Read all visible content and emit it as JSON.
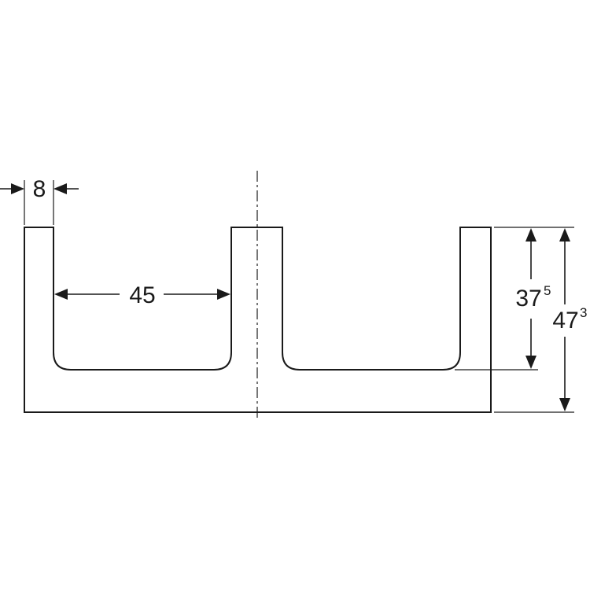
{
  "dimensions": {
    "wall_thickness": {
      "value": "8"
    },
    "inner_width": {
      "value": "45"
    },
    "inner_depth": {
      "value": "37",
      "superscript": "5"
    },
    "total_height": {
      "value": "47",
      "superscript": "3"
    }
  },
  "colors": {
    "line": "#1a1a1a",
    "background": "#ffffff"
  }
}
